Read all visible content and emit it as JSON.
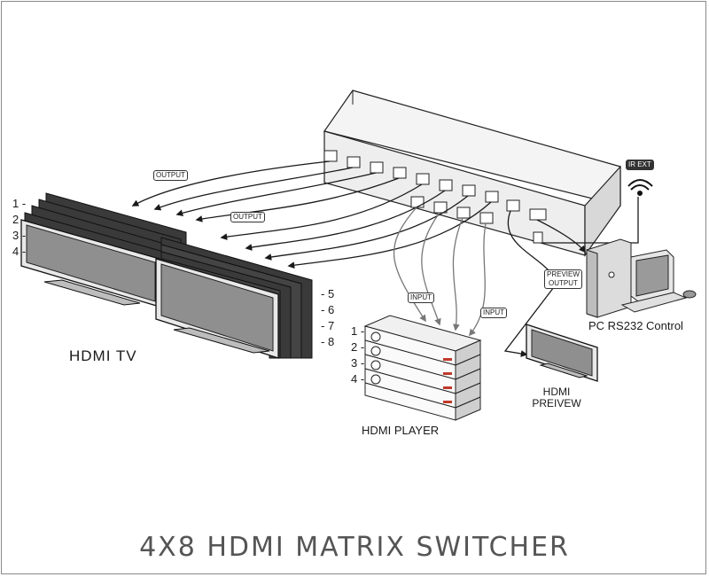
{
  "title": "4X8  HDMI MATRIX SWITCHER",
  "labels": {
    "hdmi_tv": "HDMI  TV",
    "hdmi_player": "HDMI PLAYER",
    "hdmi_preview_line1": "HDMI",
    "hdmi_preview_line2": "PREIVEW",
    "pc_control": "PC  RS232  Control",
    "ir_ext": "IR EXT",
    "output_1": "OUTPUT",
    "output_2": "OUTPUT",
    "input_1": "INPUT",
    "input_2": "INPUT",
    "preview_output_1": "PREVIEW",
    "preview_output_2": "OUTPUT"
  },
  "tv_numbers_left": [
    "1 -",
    "2 -",
    "3 -",
    "4 -"
  ],
  "tv_numbers_right": [
    "- 5",
    "- 6",
    "- 7",
    "- 8"
  ],
  "player_numbers": [
    "1 -",
    "2 -",
    "3 -",
    "4 -"
  ],
  "colors": {
    "line": "#1a1a1a",
    "screen": "#8f8f8f",
    "bezel": "#3a3a3a",
    "title": "#555555",
    "chassis": "#f2f2f2"
  }
}
